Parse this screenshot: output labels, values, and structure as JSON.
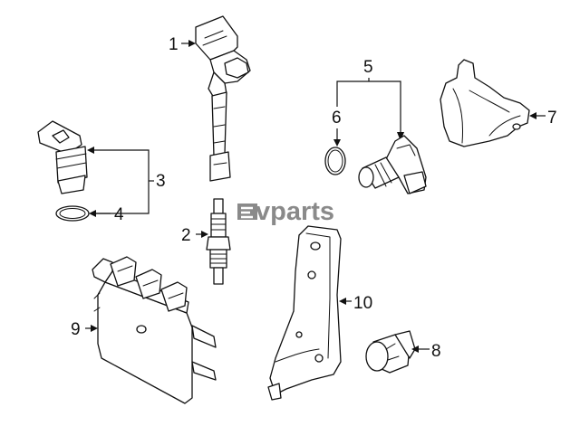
{
  "callouts": [
    "1",
    "2",
    "3",
    "4",
    "5",
    "6",
    "7",
    "8",
    "9",
    "10"
  ],
  "watermark": {
    "text": "vparts",
    "color": "#8a8a8a"
  },
  "parts": [
    {
      "callout": "1",
      "icon": "ignition-coil-icon"
    },
    {
      "callout": "2",
      "icon": "spark-plug-icon"
    },
    {
      "callout": "3",
      "icon": "crankshaft-position-sensor-icon"
    },
    {
      "callout": "4",
      "icon": "o-ring-icon"
    },
    {
      "callout": "5",
      "icon": "camshaft-position-sensor-icon"
    },
    {
      "callout": "6",
      "icon": "o-ring-icon"
    },
    {
      "callout": "7",
      "icon": "cover-icon"
    },
    {
      "callout": "8",
      "icon": "relay-icon"
    },
    {
      "callout": "9",
      "icon": "engine-control-module-icon"
    },
    {
      "callout": "10",
      "icon": "bracket-icon"
    }
  ]
}
